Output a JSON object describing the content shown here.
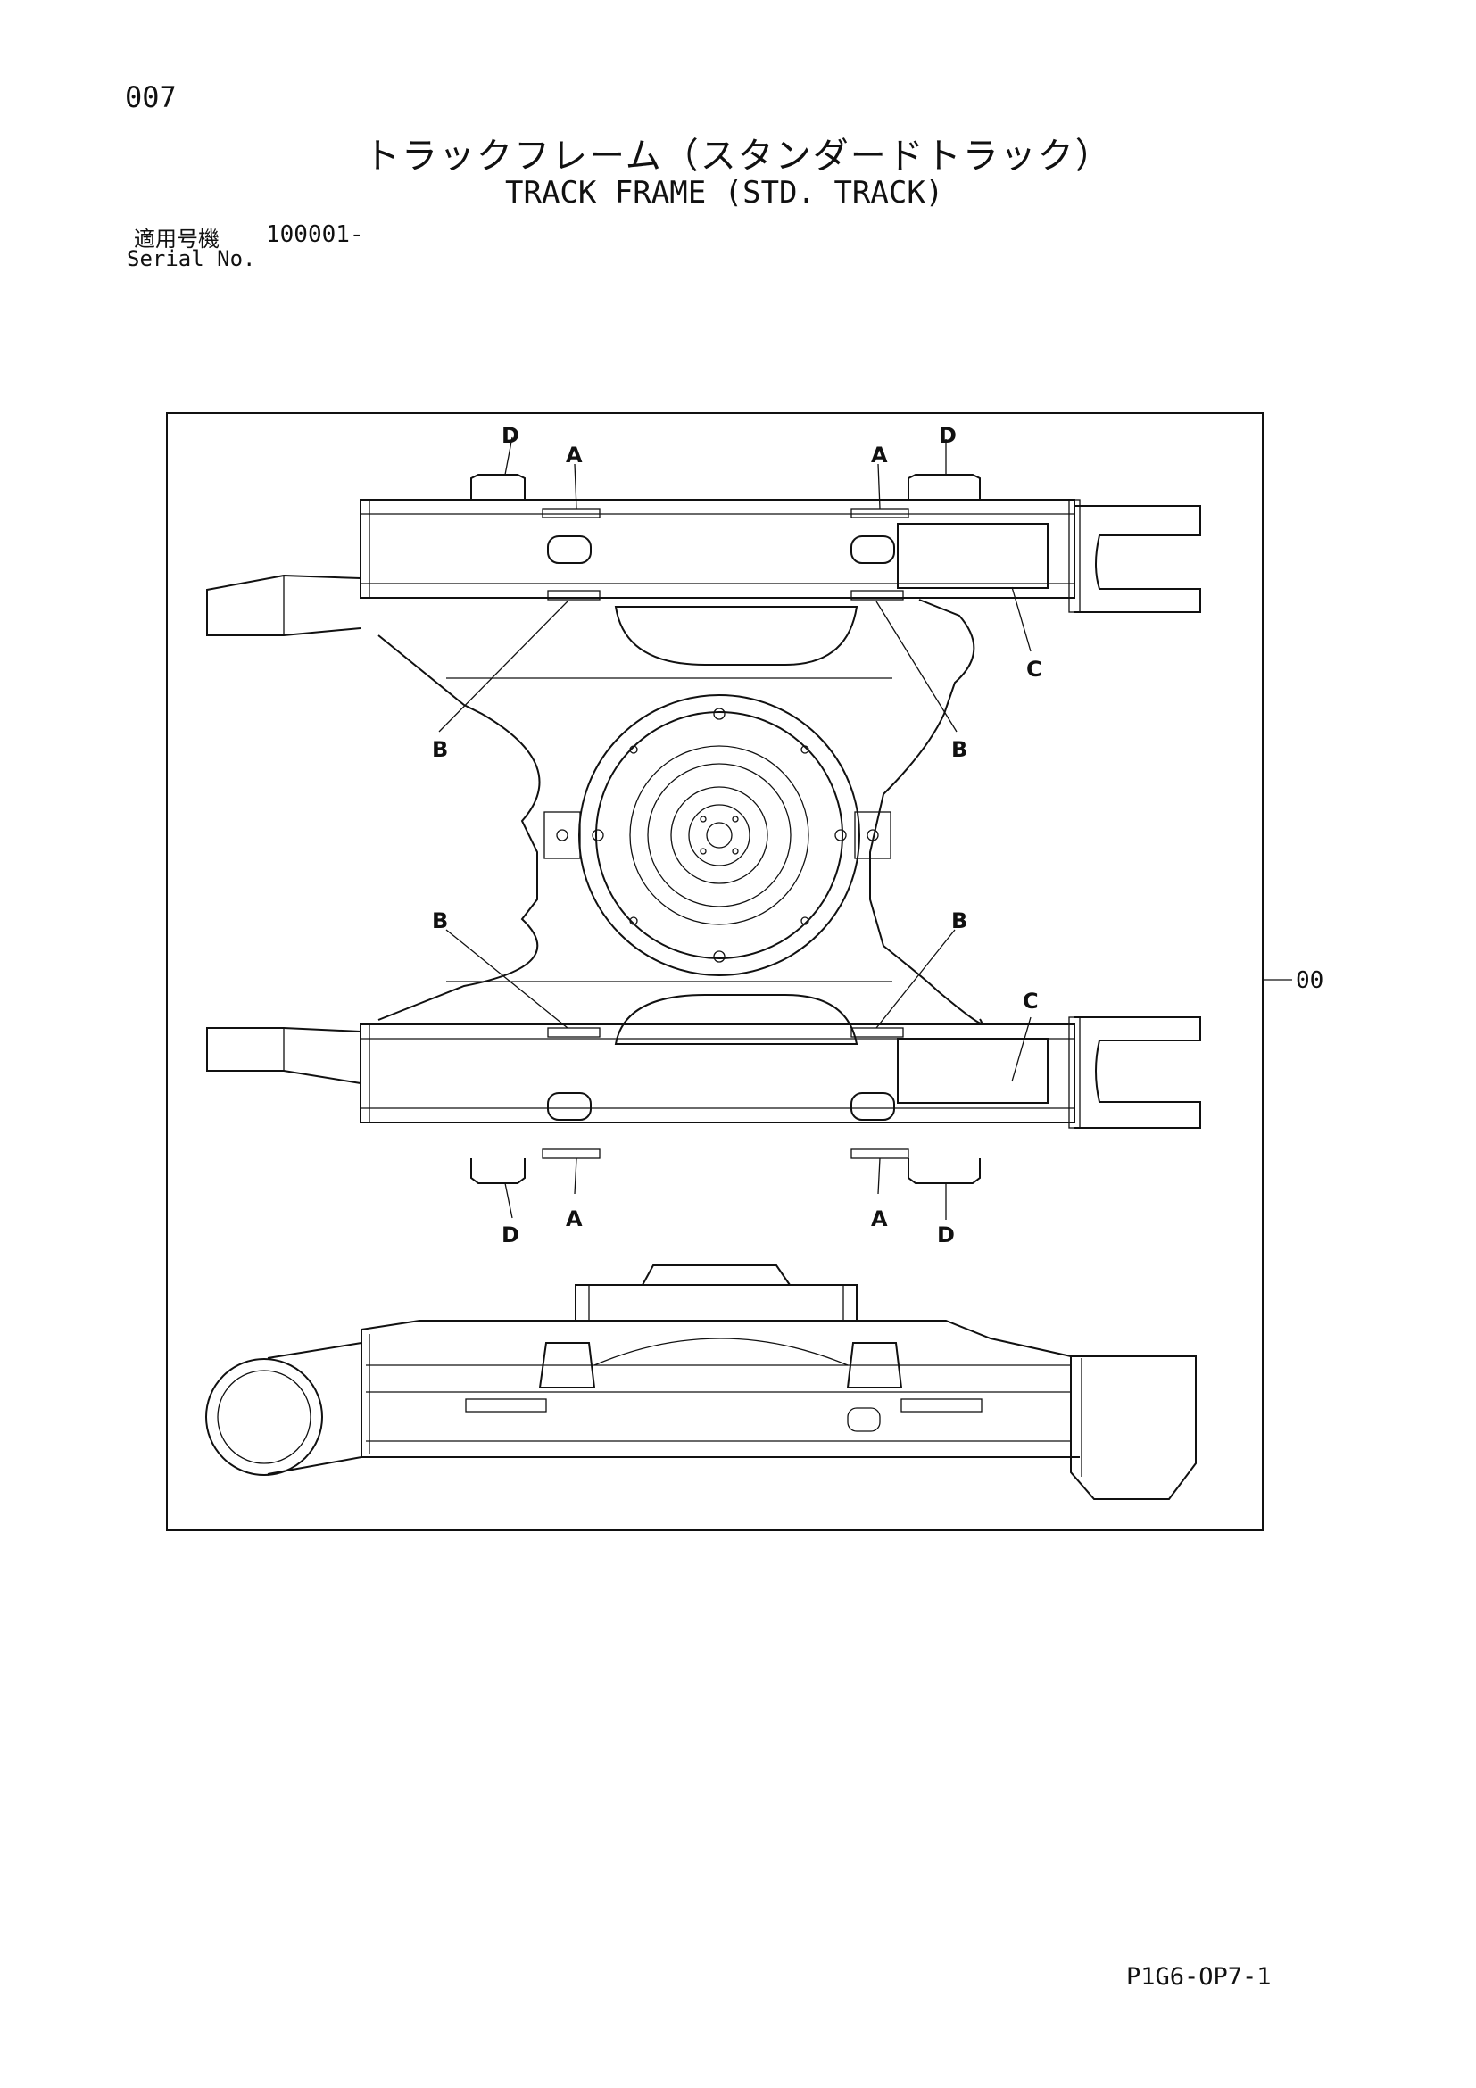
{
  "header": {
    "page_number": "007",
    "title_jp": "トラックフレーム（スタンダードトラック）",
    "title_en": "TRACK FRAME (STD. TRACK)"
  },
  "serial": {
    "label_jp": "適用号機",
    "value": "100001-",
    "label_en": "Serial No."
  },
  "diagram": {
    "callouts": {
      "a": "A",
      "b": "B",
      "c": "C",
      "d": "D"
    },
    "item_number": "00"
  },
  "footer": {
    "page_code": "P1G6-OP7-1"
  }
}
